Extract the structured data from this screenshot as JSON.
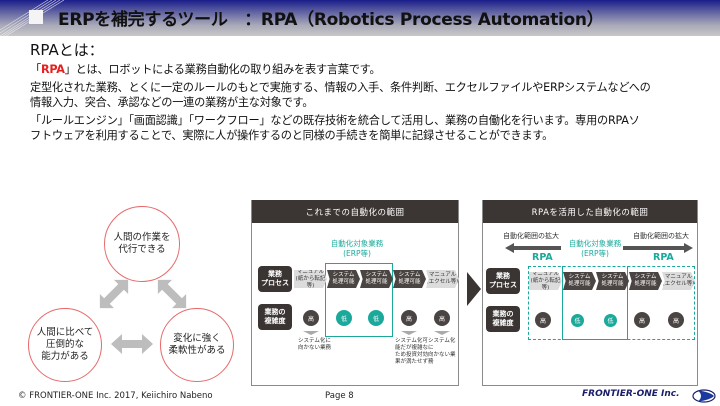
{
  "header": {
    "title": "ERPを補完するツール　：RPA（Robotics Process Automation）"
  },
  "intro": {
    "heading": "RPAとは：",
    "line1_prefix": "「",
    "line1_highlight": "RPA",
    "line1_suffix": "」とは、ロボットによる業務自動化の取り組みを表す言葉です。",
    "line2": "定型化された業務、とくに一定のルールのもとで実施する、情報の入手、条件判断、エクセルファイルやERPシステムなどへの",
    "line3": "情報入力、突合、承認などの一連の業務が主な対象です。",
    "line4": "「ルールエンジン」「画面認識」「ワークフロー」などの既存技術を統合して活用し、業務の自働化を行います。専用のRPAソ",
    "line5": "フトウェアを利用することで、実際に人が操作するのと同様の手続きを簡単に記録させることができます。"
  },
  "features": {
    "top": [
      "人間の作業を",
      "代行できる"
    ],
    "left": [
      "人間に比べて",
      "圧倒的な",
      "能力がある"
    ],
    "right": [
      "変化に強く",
      "柔軟性がある"
    ]
  },
  "panel_before": {
    "title": "これまでの自動化の範囲",
    "target_label": [
      "自動化対象業務",
      "(ERP等)"
    ],
    "row1_label": [
      "業務",
      "プロセス"
    ],
    "row2_label": [
      "業務の",
      "複雑度"
    ],
    "steps": [
      {
        "text": [
          "マニュアル",
          "(紙から転記等)"
        ],
        "style": "light"
      },
      {
        "text": [
          "システム",
          "処理可能"
        ],
        "style": "dark"
      },
      {
        "text": [
          "システム",
          "処理可能"
        ],
        "style": "dark"
      },
      {
        "text": [
          "システム",
          "処理可能"
        ],
        "style": "dark"
      },
      {
        "text": [
          "マニュアル",
          "(エクセル等)"
        ],
        "style": "light"
      }
    ],
    "complexity": [
      "高",
      "低",
      "低",
      "高",
      "高"
    ],
    "notes": [
      [
        "システム化に",
        "向かない業務"
      ],
      [
        "システム化可",
        "能だが複雑な",
        "ため投資対効",
        "果が満たせず"
      ],
      [
        "システム化に",
        "向かない業務"
      ]
    ]
  },
  "panel_after": {
    "title": "RPAを活用した自動化の範囲",
    "expand_left": "自動化範囲の拡大",
    "expand_right": "自動化範囲の拡大",
    "rpa_left": "RPA",
    "rpa_right": "RPA",
    "target_label": [
      "自動化対象業務",
      "(ERP等)"
    ],
    "row1_label": [
      "業務",
      "プロセス"
    ],
    "row2_label": [
      "業務の",
      "複雑度"
    ],
    "steps": [
      {
        "text": [
          "マニュアル",
          "(紙から転記等)"
        ],
        "style": "light"
      },
      {
        "text": [
          "システム",
          "処理可能"
        ],
        "style": "dark"
      },
      {
        "text": [
          "システム",
          "処理可能"
        ],
        "style": "dark"
      },
      {
        "text": [
          "システム",
          "処理可能"
        ],
        "style": "dark"
      },
      {
        "text": [
          "マニュアル",
          "(エクセル等)"
        ],
        "style": "light"
      }
    ],
    "complexity": [
      "高",
      "低",
      "低",
      "高",
      "高"
    ]
  },
  "footer": {
    "copyright": "© FRONTIER-ONE Inc. 2017,  Keiichiro  Nabeno",
    "page": "Page 8",
    "logo": "FRONTIER-ONE Inc."
  },
  "colors": {
    "accent_teal": "#1aa99a",
    "highlight_red": "#e52020",
    "circle_border": "#e66a6a",
    "dark_block": "#3b3533"
  }
}
